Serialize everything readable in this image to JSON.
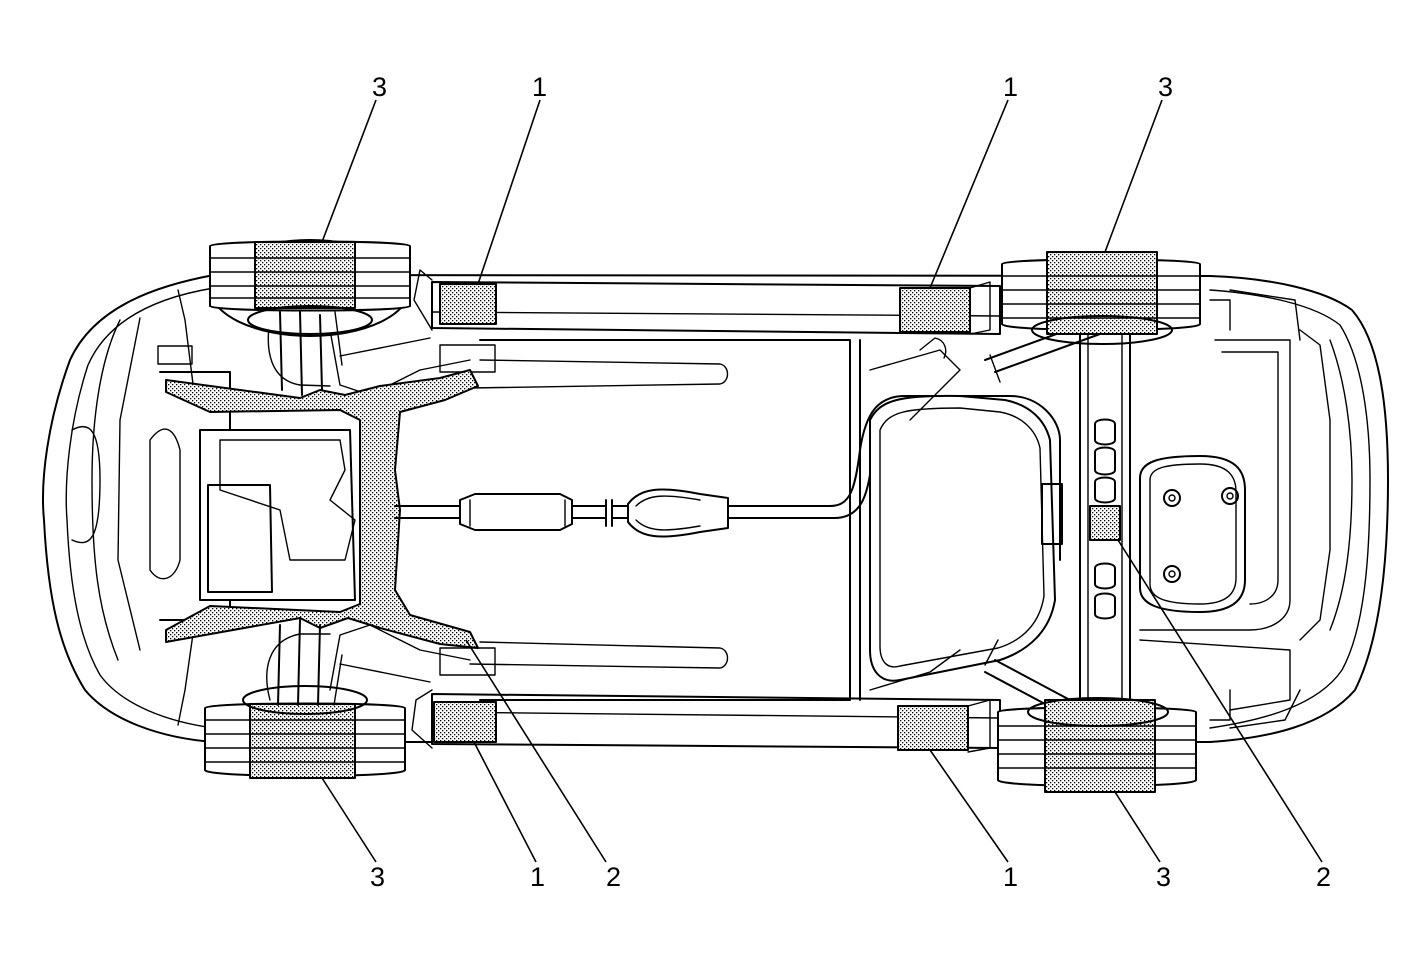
{
  "callouts": {
    "top_left_wheel": "3",
    "top_left_pad": "1",
    "top_right_pad": "1",
    "top_right_wheel": "3",
    "bottom_left_wheel": "3",
    "bottom_left_pad": "1",
    "bottom_left_frame": "2",
    "bottom_right_pad": "1",
    "bottom_right_wheel": "3",
    "bottom_right_frame": "2"
  }
}
